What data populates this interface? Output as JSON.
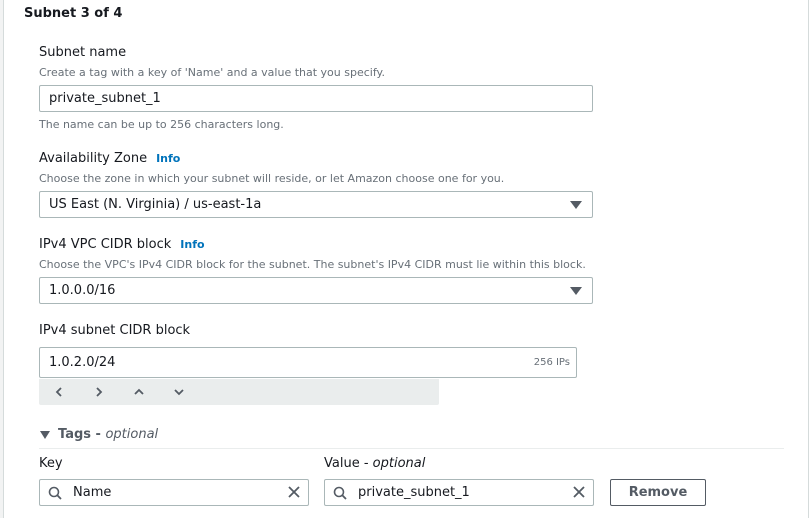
{
  "panel": {
    "title": "Subnet 3 of 4"
  },
  "subnet_name": {
    "label": "Subnet name",
    "description": "Create a tag with a key of 'Name' and a value that you specify.",
    "value": "private_subnet_1",
    "hint": "The name can be up to 256 characters long."
  },
  "availability_zone": {
    "label": "Availability Zone",
    "info": "Info",
    "description": "Choose the zone in which your subnet will reside, or let Amazon choose one for you.",
    "selected": "US East (N. Virginia) / us-east-1a"
  },
  "vpc_cidr": {
    "label": "IPv4 VPC CIDR block",
    "info": "Info",
    "description": "Choose the VPC's IPv4 CIDR block for the subnet. The subnet's IPv4 CIDR must lie within this block.",
    "selected": "1.0.0.0/16"
  },
  "subnet_cidr": {
    "label": "IPv4 subnet CIDR block",
    "value": "1.0.2.0/24",
    "ip_count": "256 IPs"
  },
  "tags": {
    "title": "Tags -",
    "title_optional": "optional",
    "key_label": "Key",
    "value_label": "Value -",
    "value_optional": "optional",
    "key_value": "Name",
    "value_value": "private_subnet_1",
    "remove_label": "Remove"
  },
  "colors": {
    "link": "#0073bb",
    "border": "#aab7b8",
    "muted": "#687078"
  }
}
